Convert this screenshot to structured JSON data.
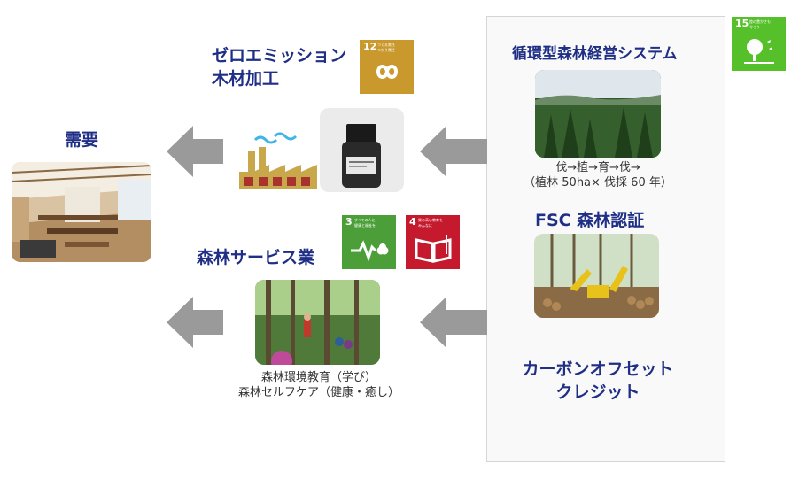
{
  "headings": {
    "demand": "需要",
    "zero_emission": [
      "ゼロエミッション",
      "木材加工"
    ],
    "forest_service": "森林サービス業",
    "circular": "循環型森林経営システム",
    "fsc": "FSC 森林認証",
    "carbon": [
      "カーボンオフセット",
      "クレジット"
    ]
  },
  "captions": {
    "cycle": "伐→植→育→伐→",
    "cycle_detail": "（植林 50ha× 伐採 60 年）",
    "education": "森林環境教育（学び）",
    "selfcare": "森林セルフケア（健康・癒し）"
  },
  "sdgs": {
    "goal12": {
      "number": "12",
      "text": [
        "つくる責任",
        "つかう責任"
      ],
      "color": "#c9992d",
      "icon": "infinity-icon"
    },
    "goal3": {
      "number": "3",
      "text": [
        "すべての人に",
        "健康と福祉を"
      ],
      "color": "#4c9f38",
      "icon": "heartbeat-icon"
    },
    "goal4": {
      "number": "4",
      "text": [
        "質の高い教育を",
        "みんなに"
      ],
      "color": "#c5192d",
      "icon": "book-icon"
    },
    "goal15": {
      "number": "15",
      "text": [
        "陸の豊かさも",
        "守ろう"
      ],
      "color": "#56c02b",
      "icon": "tree-icon"
    }
  },
  "colors": {
    "heading": "#1f2f86",
    "arrow": "#9a9a9a",
    "panel_border": "#d5d5d5",
    "panel_bg": "#f9f9f9"
  }
}
